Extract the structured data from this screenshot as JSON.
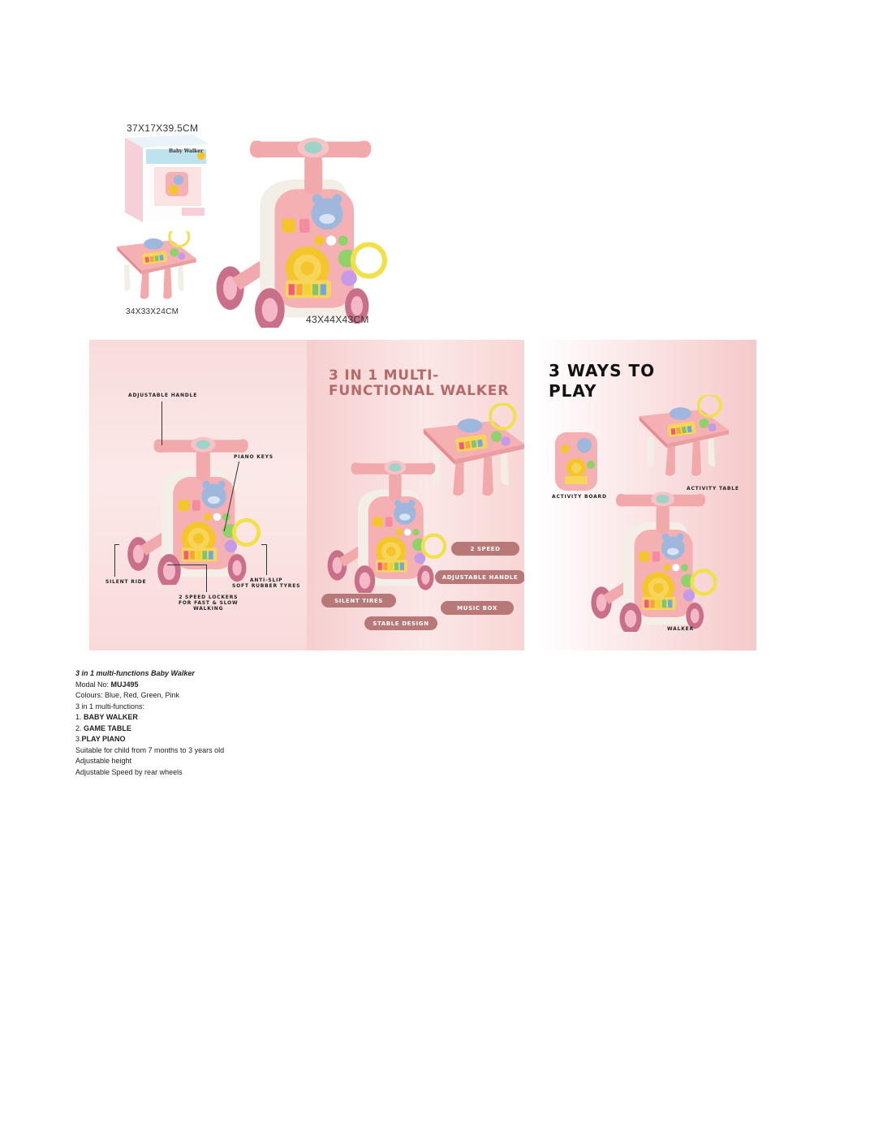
{
  "top_block": {
    "box_dimension": "37X17X39.5CM",
    "table_dimension": "34X33X24CM",
    "walker_dimension": "43X44X43CM",
    "box_brand": "Baby Walker"
  },
  "banner": {
    "left_panel": {
      "callouts": {
        "adjustable_handle": "ADJUSTABLE HANDLE",
        "piano_keys": "PIANO KEYS",
        "silent_ride": "SILENT RIDE",
        "anti_slip": "ANTI-SLIP\nSOFT RUBBER TYRES",
        "speed_lockers": "2 SPEED LOCKERS\nFOR FAST & SLOW\nWALKING"
      }
    },
    "mid_panel": {
      "heading_line1": "3 IN 1 MULTI-",
      "heading_line2": "FUNCTIONAL  WALKER",
      "features": {
        "speed": "2 SPEED",
        "adjustable_handle": "ADJUSTABLE HANDLE",
        "silent_tires": "SILENT TIRES",
        "music_box": "MUSIC BOX",
        "stable_design": "STABLE DESIGN"
      }
    },
    "right_panel": {
      "heading_line1": "3 WAYS TO",
      "heading_line2": "PLAY",
      "labels": {
        "activity_board": "ACTIVITY BOARD",
        "activity_table": "ACTIVITY TABLE",
        "walker": "WALKER"
      }
    }
  },
  "spec": {
    "title": "3 in 1 multi-functions Baby Walker",
    "model_label": "Modal No: ",
    "model_value": "MUJ495",
    "colours": "Colours: Blue, Red, Green, Pink",
    "functions_intro": "3 in 1 multi-functions:",
    "f1_num": "1. ",
    "f1": "BABY WALKER",
    "f2_num": "2. ",
    "f2": "GAME TABLE",
    "f3_num": "3.",
    "f3": "PLAY PIANO",
    "suitable": "Suitable for child from 7 months to 3 years old",
    "height": "Adjustable height",
    "speed": "Adjustable Speed by rear wheels"
  },
  "colors": {
    "toy_pink": "#f2a9ab",
    "toy_cream": "#f3eee6",
    "accent_yellow": "#f4c62c",
    "bear_blue": "#9fb6dd",
    "pill_brown": "#b87878",
    "heading_rose": "#b56a6a"
  }
}
